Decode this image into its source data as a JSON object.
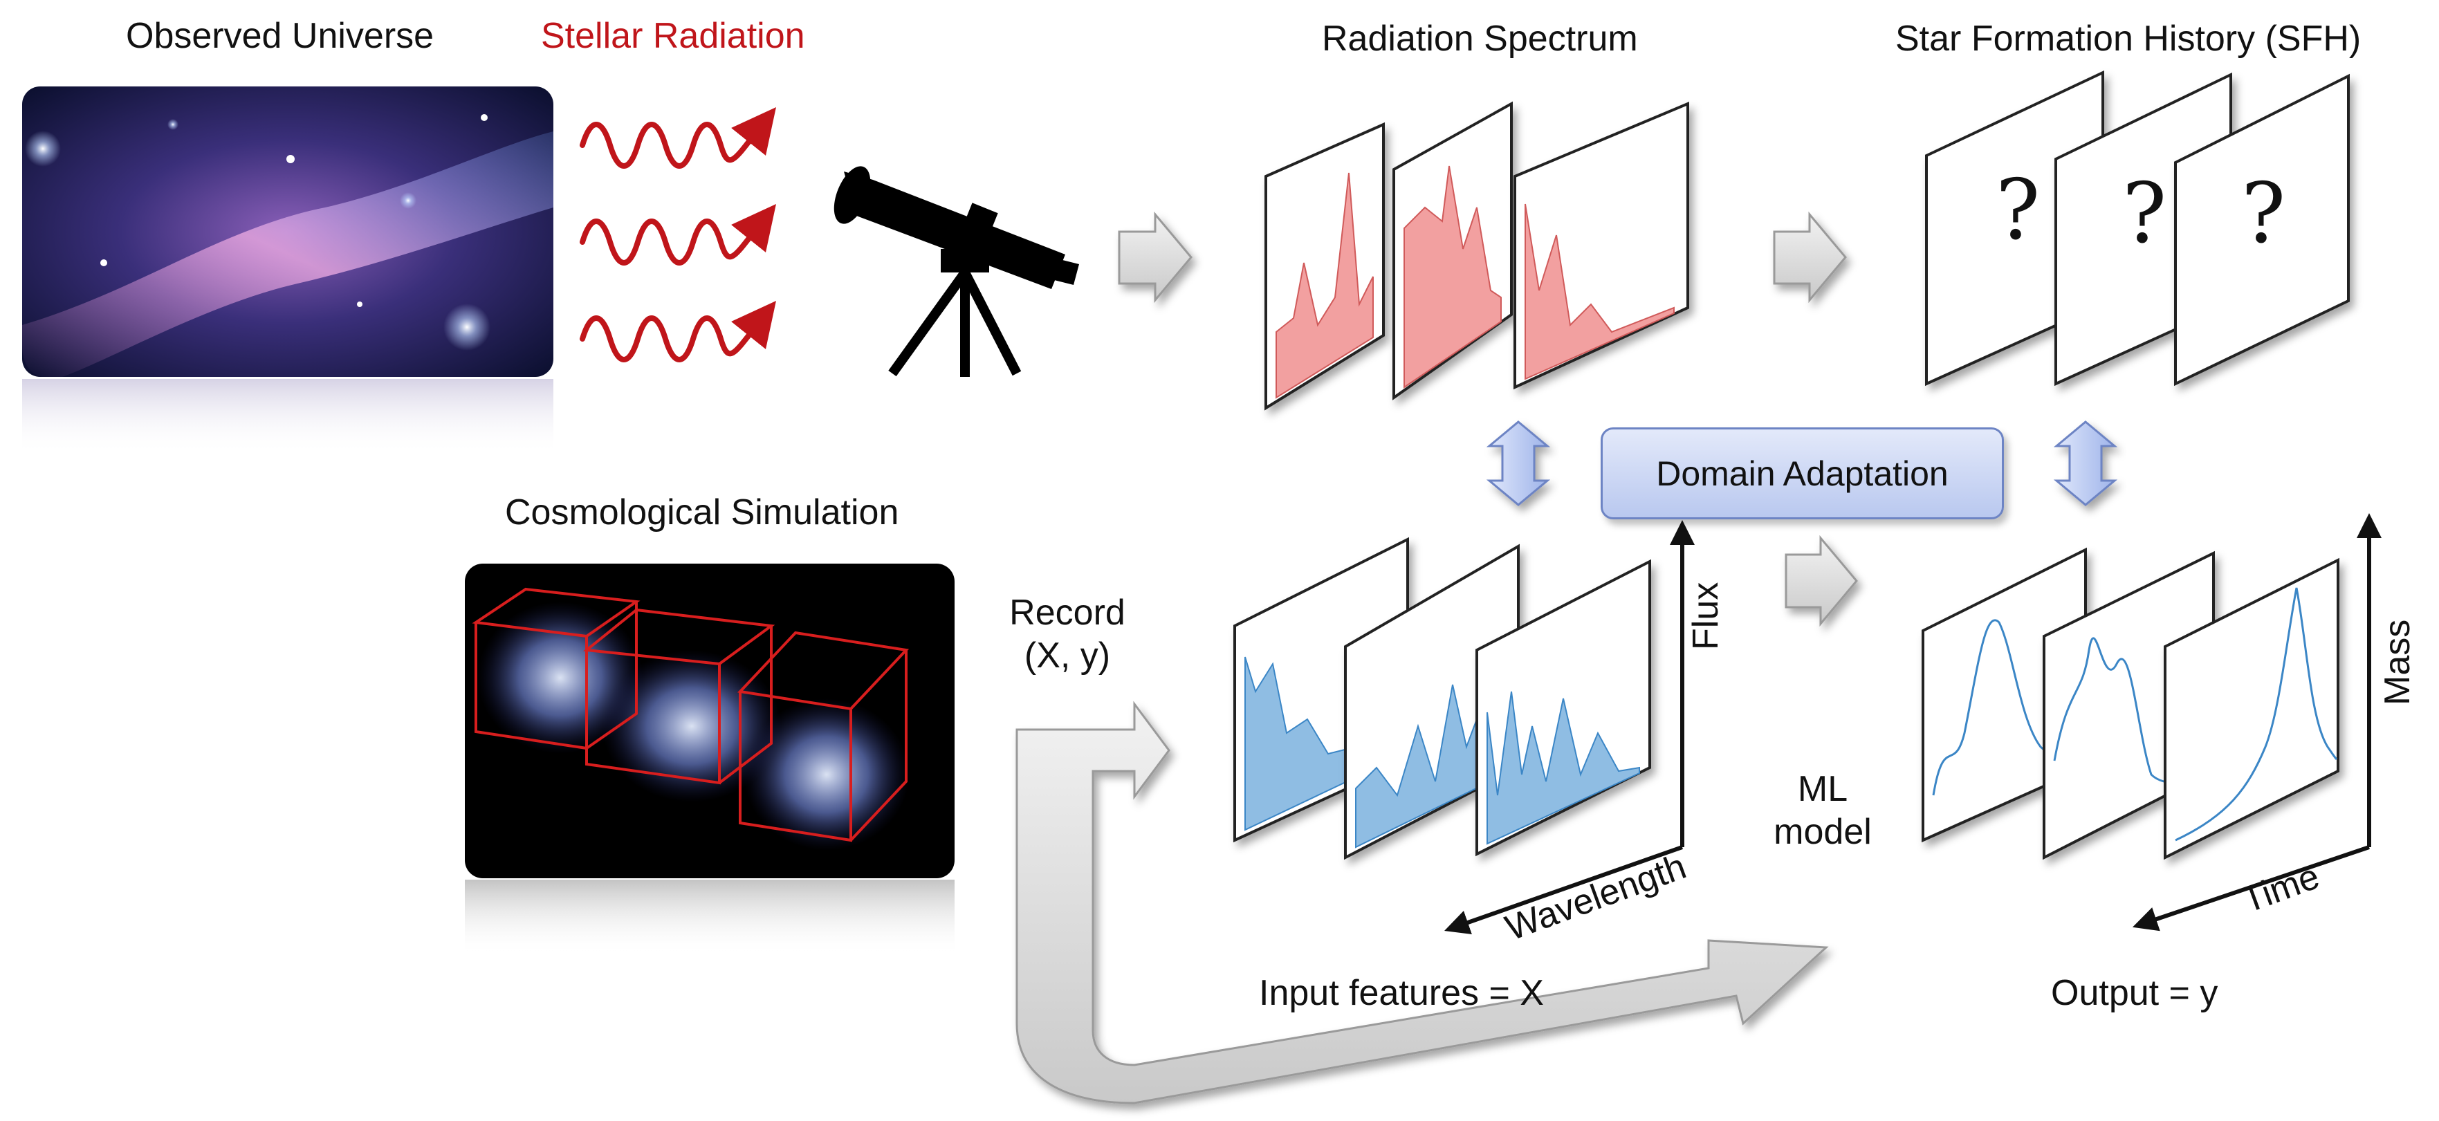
{
  "labels": {
    "observed_universe": "Observed Universe",
    "stellar_radiation": "Stellar Radiation",
    "radiation_spectrum": "Radiation Spectrum",
    "star_formation_history": "Star Formation History (SFH)",
    "cosmological_simulation": "Cosmological Simulation",
    "record_line1": "Record",
    "record_line2": "(X, y)",
    "domain_adaptation": "Domain Adaptation",
    "flux": "Flux",
    "wavelength": "Wavelength",
    "ml_line1": "ML",
    "ml_line2": "model",
    "mass": "Mass",
    "time": "Time",
    "input_features": "Input features = X",
    "output": "Output = y",
    "question_mark": "?"
  },
  "colors": {
    "stellar_red": "#c0151a",
    "spectrum_red_fill": "#f2a0a0",
    "spectrum_blue_fill": "#8fbde3",
    "spectrum_blue_line": "#3b86c6",
    "domain_box_fill": "#c9d5f3",
    "arrow_gray": "#d9d9d9"
  },
  "icons": [
    "galaxy-image",
    "wave-arrow-icon",
    "telescope-icon",
    "simulation-cubes-image",
    "double-arrow-icon",
    "block-arrow-icon"
  ]
}
